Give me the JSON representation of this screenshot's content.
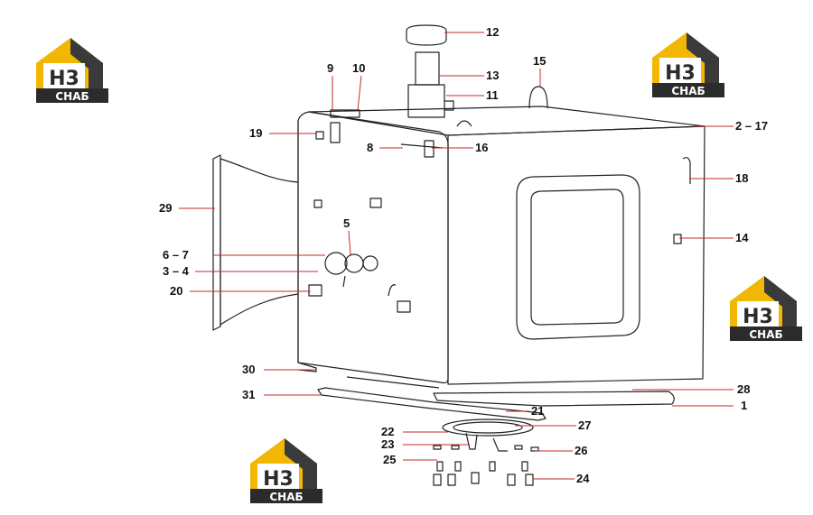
{
  "colors": {
    "line": "#222222",
    "leader": "#c62828",
    "logo_yellow": "#f2b705",
    "logo_dark": "#3a3a3a",
    "logo_bar": "#2b2b2b",
    "text": "#111111"
  },
  "logo": {
    "mark": "H3",
    "word": "СНАБ"
  },
  "callouts": [
    {
      "id": "12",
      "label": "12"
    },
    {
      "id": "13",
      "label": "13"
    },
    {
      "id": "11",
      "label": "11"
    },
    {
      "id": "15",
      "label": "15"
    },
    {
      "id": "9",
      "label": "9"
    },
    {
      "id": "10",
      "label": "10"
    },
    {
      "id": "2-17",
      "label": "2 – 17"
    },
    {
      "id": "19",
      "label": "19"
    },
    {
      "id": "8",
      "label": "8"
    },
    {
      "id": "16",
      "label": "16"
    },
    {
      "id": "18",
      "label": "18"
    },
    {
      "id": "29",
      "label": "29"
    },
    {
      "id": "5",
      "label": "5"
    },
    {
      "id": "14",
      "label": "14"
    },
    {
      "id": "6-7",
      "label": "6 – 7"
    },
    {
      "id": "3-4",
      "label": "3 – 4"
    },
    {
      "id": "20",
      "label": "20"
    },
    {
      "id": "30",
      "label": "30"
    },
    {
      "id": "28",
      "label": "28"
    },
    {
      "id": "31",
      "label": "31"
    },
    {
      "id": "1",
      "label": "1"
    },
    {
      "id": "21",
      "label": "21"
    },
    {
      "id": "27",
      "label": "27"
    },
    {
      "id": "22",
      "label": "22"
    },
    {
      "id": "23",
      "label": "23"
    },
    {
      "id": "26",
      "label": "26"
    },
    {
      "id": "25",
      "label": "25"
    },
    {
      "id": "24",
      "label": "24"
    }
  ]
}
